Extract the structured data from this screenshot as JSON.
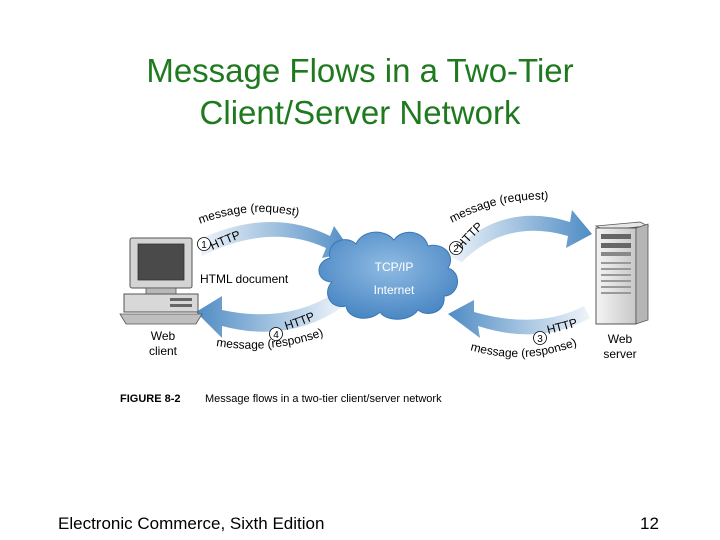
{
  "slide": {
    "title_line1": "Message Flows in a Two-Tier",
    "title_line2": "Client/Server Network",
    "footer": "Electronic Commerce, Sixth Edition",
    "page_number": "12"
  },
  "diagram": {
    "client_label_line1": "Web",
    "client_label_line2": "client",
    "server_label_line1": "Web",
    "server_label_line2": "server",
    "cloud_label_line1": "TCP/IP",
    "cloud_label_line2": "Internet",
    "html_document_label": "HTML document",
    "flows": [
      {
        "step": "1",
        "protocol": "HTTP",
        "message": "message (request)"
      },
      {
        "step": "2",
        "protocol": "HTTP",
        "message": "message (request)"
      },
      {
        "step": "3",
        "protocol": "HTTP",
        "message": "message (response)"
      },
      {
        "step": "4",
        "protocol": "HTTP",
        "message": "message (response)"
      }
    ],
    "figure_number": "FIGURE 8-2",
    "figure_caption": "Message flows in a two-tier client/server network"
  },
  "colors": {
    "title": "#1f7a1f",
    "arrow_light": "#dbe8f3",
    "arrow_dark": "#4f8cc4",
    "cloud": "#5b96cf"
  }
}
